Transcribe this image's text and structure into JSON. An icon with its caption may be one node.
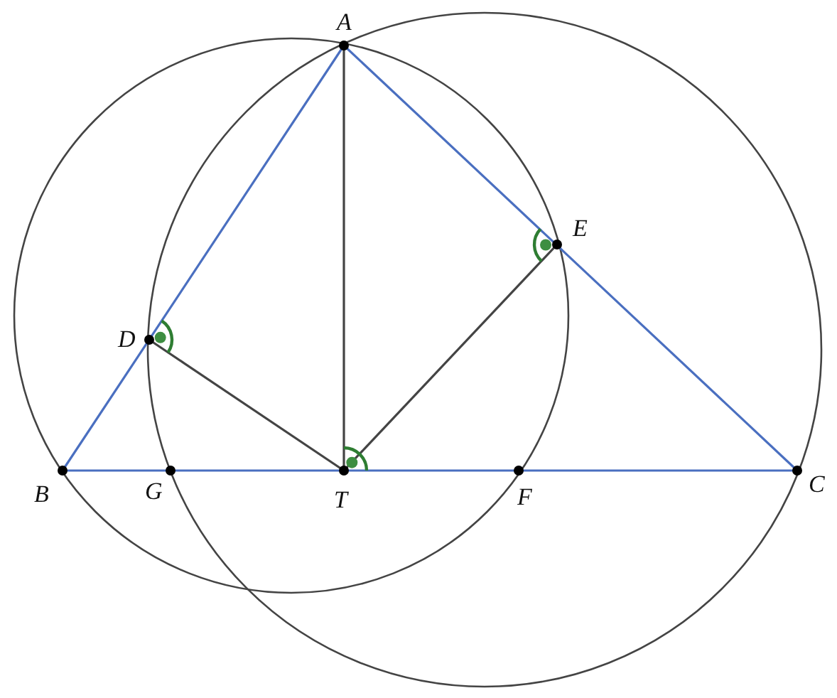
{
  "diagram": {
    "nodes": [
      {
        "text": [
          "A"
        ]
      },
      {
        "text": [
          "B"
        ]
      },
      {
        "text": [
          "C"
        ]
      },
      {
        "text": [
          "D"
        ]
      },
      {
        "text": [
          "E"
        ]
      },
      {
        "text": [
          "F"
        ]
      },
      {
        "text": [
          "G"
        ]
      },
      {
        "text": [
          "T"
        ]
      }
    ],
    "edges": [
      {
        "from": 0,
        "to": 1,
        "arrow": "none",
        "color": "#4a6fc0"
      },
      {
        "from": 0,
        "to": 2,
        "arrow": "none",
        "color": "#4a6fc0"
      },
      {
        "from": 1,
        "to": 2,
        "arrow": "none",
        "color": "#4a6fc0"
      },
      {
        "from": 0,
        "to": 7,
        "arrow": "none",
        "color": "#444444"
      },
      {
        "from": 7,
        "to": 3,
        "arrow": "none",
        "color": "#444444"
      },
      {
        "from": 7,
        "to": 4,
        "arrow": "none",
        "color": "#444444"
      }
    ]
  }
}
